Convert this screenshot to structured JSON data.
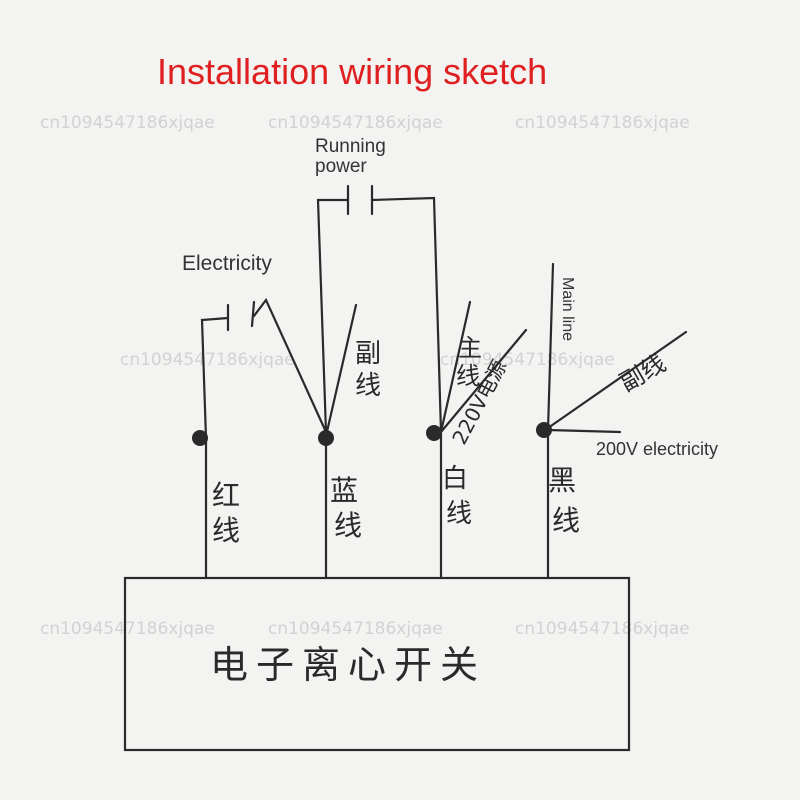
{
  "title": "Installation wiring sketch",
  "watermark": "cn1094547186xjqae",
  "labels": {
    "running_power": [
      "Running",
      "power"
    ],
    "electricity": "Electricity",
    "main_line": "Main line",
    "v200_electricity": "200V electricity"
  },
  "handwriting": {
    "red_wire": [
      "红",
      "线"
    ],
    "blue_wire": [
      "蓝",
      "线"
    ],
    "white_wire": [
      "白",
      "线"
    ],
    "black_wire": [
      "黑",
      "线"
    ],
    "aux_wire_left": [
      "副",
      "线"
    ],
    "main_wire_mid": [
      "主",
      "线"
    ],
    "v220_power": "220V电源",
    "aux_wire_right": "副线",
    "switch_box": "电子离心开关"
  },
  "colors": {
    "title": "#e02020",
    "ink": "#2a2a2a",
    "paper": "#f3f3f1",
    "watermark": "#d2d2d2"
  }
}
